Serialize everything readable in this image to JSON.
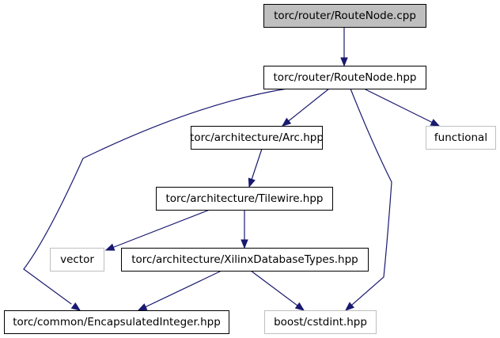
{
  "diagram": {
    "nodes": [
      {
        "id": "routenode_cpp",
        "label": "torc/router/RouteNode.cpp",
        "style": "root"
      },
      {
        "id": "routenode_hpp",
        "label": "torc/router/RouteNode.hpp",
        "style": "normal"
      },
      {
        "id": "arc_hpp",
        "label": "torc/architecture/Arc.hpp",
        "style": "normal"
      },
      {
        "id": "functional",
        "label": "functional",
        "style": "external"
      },
      {
        "id": "tilewire_hpp",
        "label": "torc/architecture/Tilewire.hpp",
        "style": "normal"
      },
      {
        "id": "vector",
        "label": "vector",
        "style": "external"
      },
      {
        "id": "xilinxdbtypes_hpp",
        "label": "torc/architecture/XilinxDatabaseTypes.hpp",
        "style": "normal"
      },
      {
        "id": "encapsulatedinteger_hpp",
        "label": "torc/common/EncapsulatedInteger.hpp",
        "style": "normal"
      },
      {
        "id": "cstdint_hpp",
        "label": "boost/cstdint.hpp",
        "style": "external"
      }
    ],
    "edges": [
      {
        "from": "routenode_cpp",
        "to": "routenode_hpp"
      },
      {
        "from": "routenode_hpp",
        "to": "arc_hpp"
      },
      {
        "from": "routenode_hpp",
        "to": "functional"
      },
      {
        "from": "routenode_hpp",
        "to": "encapsulatedinteger_hpp"
      },
      {
        "from": "routenode_hpp",
        "to": "cstdint_hpp"
      },
      {
        "from": "arc_hpp",
        "to": "tilewire_hpp"
      },
      {
        "from": "tilewire_hpp",
        "to": "vector"
      },
      {
        "from": "tilewire_hpp",
        "to": "xilinxdbtypes_hpp"
      },
      {
        "from": "xilinxdbtypes_hpp",
        "to": "encapsulatedinteger_hpp"
      },
      {
        "from": "xilinxdbtypes_hpp",
        "to": "cstdint_hpp"
      }
    ],
    "colors": {
      "edge": "#191970",
      "root_fill": "#bfbfbf",
      "border": "#000000",
      "external_border": "#bfbfbf"
    }
  }
}
